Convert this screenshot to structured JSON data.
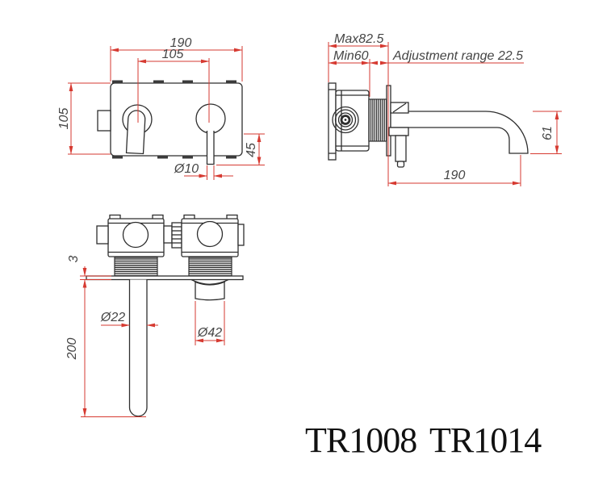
{
  "colors": {
    "line": "#2e2e2e",
    "dimension": "#d63a31",
    "dim_text": "#454545",
    "title_text": "#111111"
  },
  "front_view": {
    "width": "190",
    "handle_spacing": "105",
    "height": "105",
    "rod_length": "45",
    "rod_diameter": "Ø10"
  },
  "side_view": {
    "max_depth": "Max82.5",
    "min_depth": "Min60",
    "adjustment": "Adjustment range 22.5",
    "spout_drop": "61",
    "spout_reach": "190"
  },
  "plan_view": {
    "plate_thickness": "3",
    "spout_diameter": "Ø22",
    "spout_length": "200",
    "aerator_diameter": "Ø42"
  },
  "title": {
    "model_left": "TR1008",
    "model_right": "TR1014"
  }
}
